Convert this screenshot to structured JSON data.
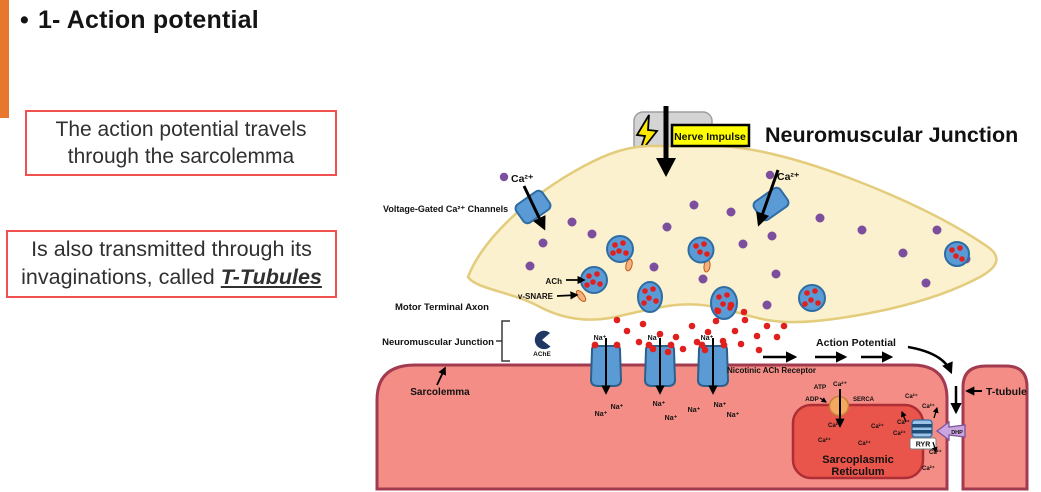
{
  "slide": {
    "accent_color": "#E8762C",
    "bullet": "•",
    "title": "1- Action potential",
    "box1": {
      "line1": "The action potential travels",
      "line2": "through the sarcolemma"
    },
    "box2": {
      "line1": "Is also transmitted through its",
      "line2_prefix": "invaginations, called ",
      "line2_highlight": "T-Tubules"
    }
  },
  "diagram": {
    "heading": "Neuromuscular Junction",
    "nerve_impulse": "Nerve Impulse",
    "voltage_gated_channels": "Voltage-Gated Ca²⁺ Channels",
    "motor_terminal_axon": "Motor Terminal Axon",
    "neuromuscular_junction": "Neuromuscular Junction",
    "ach": "ACh",
    "v_snare": "v-SNARE",
    "ache": "AChE",
    "sarcolemma": "Sarcolemma",
    "nicotinic_receptor": "Nicotinic ACh Receptor",
    "action_potential": "Action Potential",
    "t_tubule": "T-tubule",
    "sr_line1": "Sarcoplasmic",
    "sr_line2": "Reticulum",
    "serca": "SERCA",
    "atp": "ATP",
    "adp": "ADP",
    "ryr": "RYR",
    "dhp": "DHP",
    "ca_ion": "Ca²⁺",
    "na_ion": "Na⁺",
    "icons": {
      "nerve_impulse": "lightning-bolt-icon",
      "ache": "pacman-enzyme-icon"
    },
    "colors": {
      "axon_fill": "#FBF1CE",
      "axon_border": "#E3CC7C",
      "muscle_fill": "#F48D85",
      "muscle_border": "#A33B50",
      "sr_fill": "#EA554B",
      "sr_border": "#AD2F35",
      "vesicle_blue": "#5B9BD5",
      "vesicle_border": "#2E6DA4",
      "ach_red": "#E01F1F",
      "calcium_purple": "#7C4E9E",
      "nerve_impulse_yellow": "#FFFF00",
      "lightning_yellow": "#FFE800",
      "serca_orange": "#F5A960",
      "dhp_lavender": "#CBA5DF",
      "terminal_gray": "#D4D4D4"
    }
  }
}
